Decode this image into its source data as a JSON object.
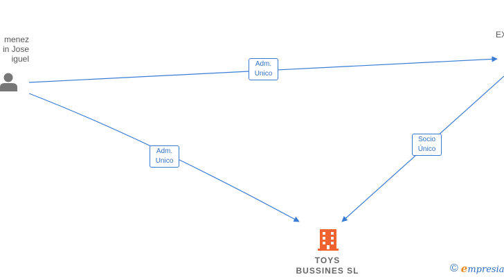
{
  "nodes": {
    "person": {
      "name_lines": [
        "menez",
        "in Jose",
        "iguel"
      ],
      "icon": "person-icon",
      "color": "#777777"
    },
    "top_right": {
      "name_lines": [
        "EX"
      ]
    },
    "company": {
      "name_lines": [
        "TOYS",
        "BUSSINES SL"
      ],
      "icon": "building-icon",
      "color": "#f0622f"
    }
  },
  "edges": [
    {
      "id": "person-to-topright",
      "label_lines": [
        "Adm.",
        "Unico"
      ]
    },
    {
      "id": "person-to-company",
      "label_lines": [
        "Adm.",
        "Unico"
      ]
    },
    {
      "id": "topright-to-company",
      "label_lines": [
        "Socio",
        "Único"
      ]
    }
  ],
  "colors": {
    "edge": "#3a7bd5"
  },
  "footer": {
    "copyright_symbol": "©",
    "brand_initial": "e",
    "brand_rest": "mpresia"
  }
}
